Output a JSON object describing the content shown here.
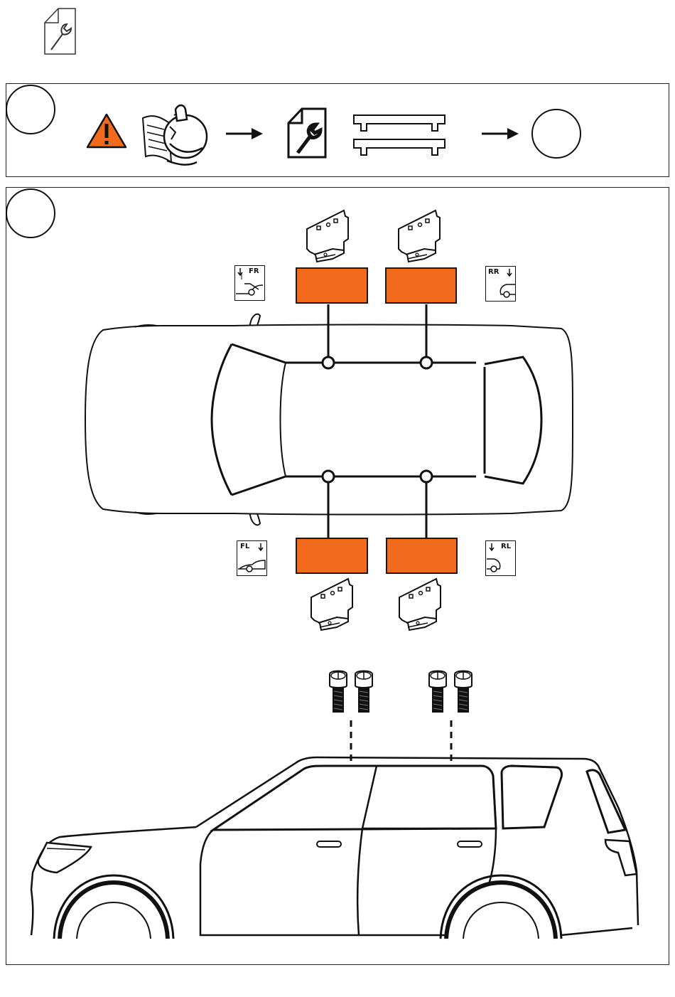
{
  "header": {
    "icon": "manual-wrench-icon"
  },
  "step1": {
    "icons": [
      "warning-triangle-icon",
      "read-instructions-icon",
      "arrow-right-icon",
      "manual-wrench-icon",
      "roof-bars-icon",
      "arrow-right-icon",
      "step-circle-icon"
    ],
    "colors": {
      "warning": "#f26a1b"
    }
  },
  "step2": {
    "positions": {
      "front_right": "FR",
      "rear_right": "RR",
      "front_left": "FL",
      "rear_left": "RL"
    },
    "colors": {
      "foot_pad": "#f26a1b"
    },
    "icons": [
      "mounting-bracket-icon",
      "bolt-icon",
      "car-top-view",
      "car-side-view"
    ]
  }
}
